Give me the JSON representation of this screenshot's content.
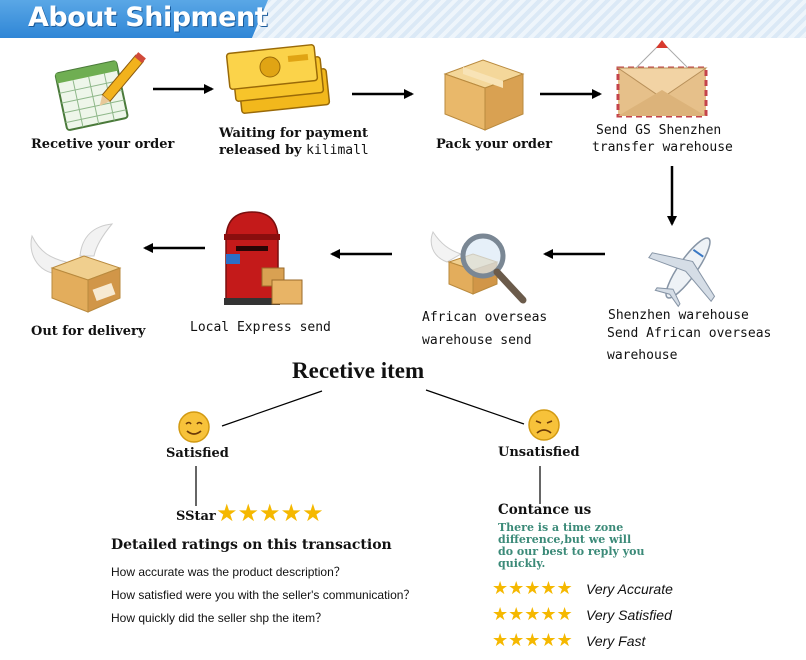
{
  "banner": {
    "title": "About Shipment"
  },
  "steps": {
    "order": "Recetive your order",
    "payment_l1": "Waiting for payment",
    "payment_l2a": "released by",
    "payment_l2b": "kilimall",
    "pack": "Pack your order",
    "send_l1": "Send GS Shenzhen",
    "send_l2": "transfer warehouse",
    "sz_l1": "Shenzhen warehouse",
    "sz_l2": "Send African overseas",
    "sz_l3": "warehouse",
    "af_l1": "African overseas",
    "af_l2": "warehouse send",
    "local": "Local Express send",
    "out": "Out for delivery"
  },
  "receive": {
    "title": "Recetive item",
    "satisfied": "Satisfied",
    "unsatisfied": "Unsatisfied",
    "sstar": "SStar",
    "sstar_stars": "★★★★★",
    "ratings_title": "Detailed ratings on this transaction",
    "q1": "How accurate was the product description？",
    "q2": "How satisfied were you with the seller's communication？",
    "q3": "How quickly did the seller shp the item？",
    "contact": "Contance us",
    "timezone": "There is a time zone difference,but we will do  our best to reply you quickly.",
    "ratings": [
      {
        "stars": "★★★★★",
        "text": "Very Accurate"
      },
      {
        "stars": "★★★★★",
        "text": "Very Satisfied"
      },
      {
        "stars": "★★★★★",
        "text": "Very Fast"
      }
    ]
  },
  "colors": {
    "banner": "#2f86d6",
    "star": "#f5b800",
    "teal": "#3b8a78"
  },
  "icons": [
    "spreadsheet-pencil-icon",
    "money-icon",
    "box-icon",
    "envelope-icon",
    "airplane-icon",
    "magnifier-box-icon",
    "postbox-icon",
    "winged-box-icon",
    "smile-face-icon",
    "sad-face-icon"
  ]
}
